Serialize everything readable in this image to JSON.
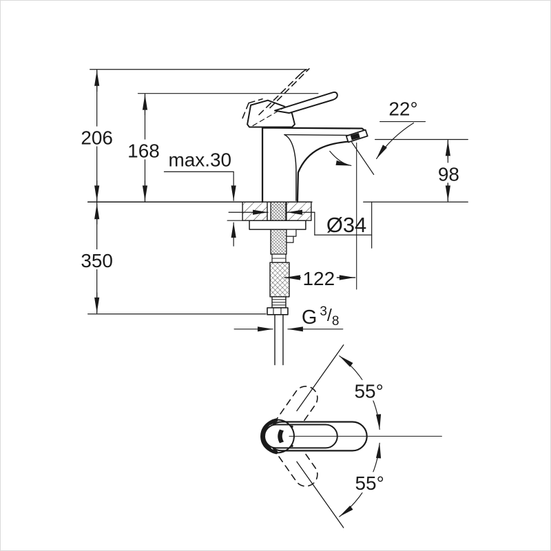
{
  "page": {
    "background": "#ffffff",
    "border_color": "#d9d9d9",
    "line_color": "#1a1a1a"
  },
  "front_view": {
    "labels": {
      "overall_height": "206",
      "lever_top_height": "168",
      "max_mounting_thickness": "max.30",
      "aerator_angle": "22°",
      "spout_outlet_height": "98",
      "mounting_hole_diameter": "Ø34",
      "spout_reach": "122",
      "supply_hose_length": "350",
      "thread": {
        "g": "G",
        "numerator": "3",
        "slash": "/",
        "denominator": "8"
      }
    }
  },
  "top_view": {
    "labels": {
      "upper_swing_angle": "55°",
      "lower_swing_angle": "55°"
    }
  }
}
